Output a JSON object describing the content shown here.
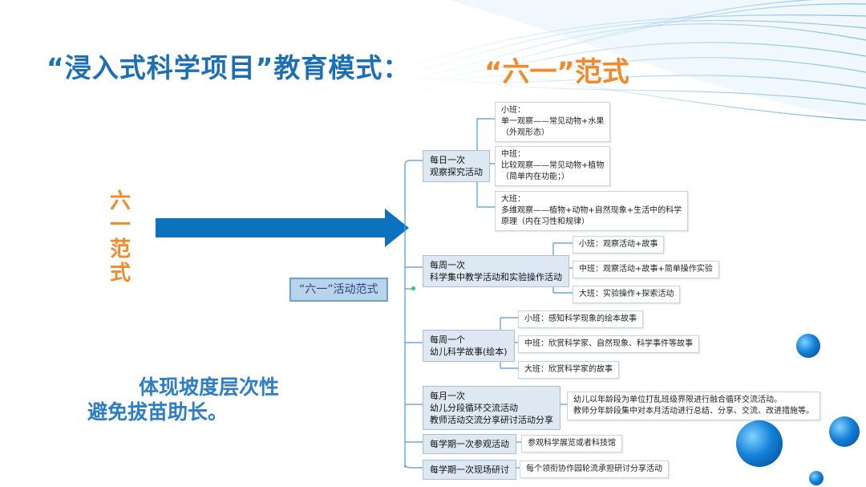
{
  "title": "“浸入式科学项目”教育模式：",
  "subtitle": "“六一”范式",
  "vertical_label": [
    "六",
    "一",
    "范",
    "式"
  ],
  "slogan": [
    "体现坡度层次性",
    "避免拔苗助长。"
  ],
  "colors": {
    "title": "#1a6fb6",
    "accent": "#f28a2c",
    "arrow": "#0d72bd",
    "wire": "#4a9ad4",
    "dot": "#33c27a"
  },
  "mindmap": {
    "root": "“六一”活动范式",
    "branches": [
      {
        "lines": [
          "每日一次",
          "观察探究活动"
        ],
        "children": [
          {
            "lines": [
              "小班：",
              "单一观察——常见动物+水果",
              "（外观形态）"
            ]
          },
          {
            "lines": [
              "中班：",
              "比较观察——常见动物+植物",
              "（简单内在功能；）"
            ]
          },
          {
            "lines": [
              "大班：",
              "多维观察——植物+动物+自然现象+生活中的科学",
              "原理（内在习性和规律）"
            ]
          }
        ]
      },
      {
        "lines": [
          "每周一次",
          "科学集中教学活动和实验操作活动"
        ],
        "children": [
          {
            "lines": [
              "小班：观察活动+故事"
            ]
          },
          {
            "lines": [
              "中班：观察活动+故事+简单操作实验"
            ]
          },
          {
            "lines": [
              "大班：实验操作+探索活动"
            ]
          }
        ]
      },
      {
        "lines": [
          "每周一个",
          "幼儿科学故事(绘本)"
        ],
        "children": [
          {
            "lines": [
              "小班：感知科学现象的绘本故事"
            ]
          },
          {
            "lines": [
              "中班：欣赏科学家、自然现象、科学事件等故事"
            ]
          },
          {
            "lines": [
              "大班：欣赏科学家的故事"
            ]
          }
        ]
      },
      {
        "lines": [
          "每月一次",
          "幼儿分段循环交流活动",
          "教师活动交流分享研讨活动分享"
        ],
        "children": [
          {
            "lines": [
              "幼儿以年龄段为单位打乱班级界限进行融合循环交流活动。",
              "教师分年龄段集中对本月活动进行总结、分享、交流、改进措施等。"
            ]
          }
        ]
      },
      {
        "lines": [
          "每学期一次参观活动"
        ],
        "children": [
          {
            "lines": [
              "参观科学展览或者科技馆"
            ]
          }
        ]
      },
      {
        "lines": [
          "每学期一次现场研讨"
        ],
        "children": [
          {
            "lines": [
              "每个领衔协作园轮流承担研讨分享活动"
            ]
          }
        ]
      }
    ]
  }
}
